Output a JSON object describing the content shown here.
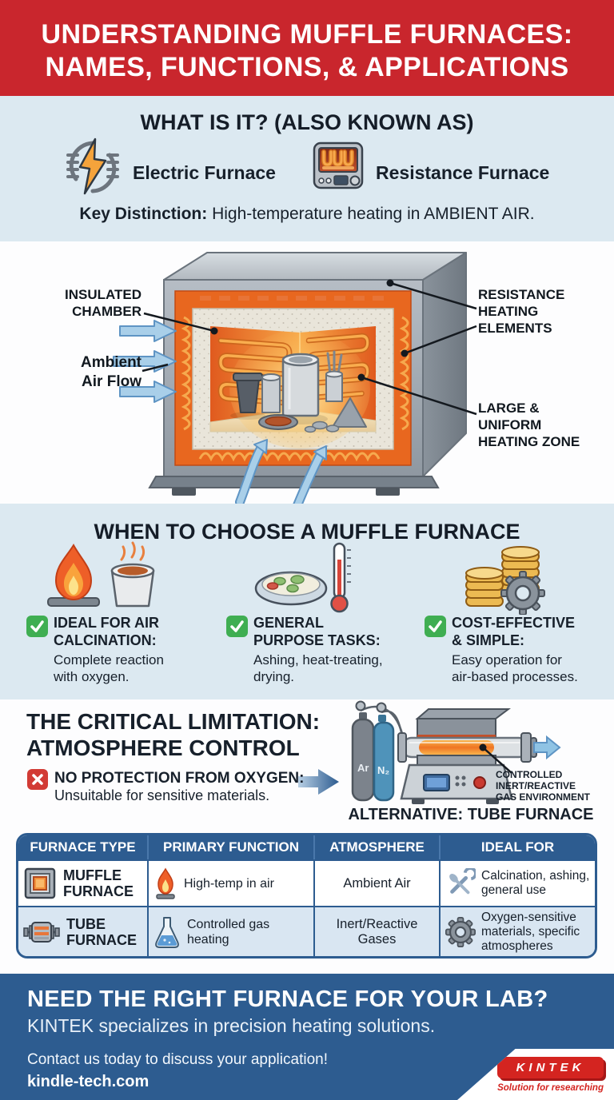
{
  "header": {
    "line1": "UNDERSTANDING MUFFLE FURNACES:",
    "line2": "NAMES, FUNCTIONS, & APPLICATIONS"
  },
  "what_is_it": {
    "title": "WHAT IS IT? (ALSO KNOWN AS)",
    "aliases": [
      {
        "icon": "electric-furnace-icon",
        "label": "Electric Furnace"
      },
      {
        "icon": "resistance-furnace-icon",
        "label": "Resistance Furnace"
      }
    ],
    "key_distinction_label": "Key Distinction:",
    "key_distinction_text": " High-temperature heating in AMBIENT AIR."
  },
  "diagram": {
    "label_insulated_chamber": "INSULATED\nCHAMBER",
    "label_ambient_air": "Ambient\nAir Flow",
    "label_heating_elements": "RESISTANCE\nHEATING\nELEMENTS",
    "label_heating_zone": "LARGE &\nUNIFORM\nHEATING ZONE"
  },
  "when_to_choose": {
    "title": "WHEN TO CHOOSE A MUFFLE FURNACE",
    "items": [
      {
        "icon": "flame-crucible-icon",
        "title": "IDEAL FOR AIR\nCALCINATION:",
        "desc": "Complete reaction\nwith oxygen."
      },
      {
        "icon": "petri-dish-thermometer-icon",
        "title": "GENERAL\nPURPOSE TASKS:",
        "desc": "Ashing, heat-treating,\ndrying."
      },
      {
        "icon": "coins-gear-icon",
        "title": "COST-EFFECTIVE\n& SIMPLE:",
        "desc": "Easy operation for\nair-based processes."
      }
    ]
  },
  "limitation": {
    "title": "THE CRITICAL LIMITATION:\nATMOSPHERE CONTROL",
    "warning_title": "NO PROTECTION FROM OXYGEN:",
    "warning_desc": "Unsuitable for sensitive materials.",
    "cylinder_1": "Ar",
    "cylinder_2": "N₂",
    "gas_label": "CONTROLLED\nINERT/REACTIVE\nGAS ENVIRONMENT",
    "alternative": "ALTERNATIVE: TUBE FURNACE"
  },
  "table": {
    "headers": [
      "FURNACE TYPE",
      "PRIMARY FUNCTION",
      "ATMOSPHERE",
      "IDEAL FOR"
    ],
    "rows": [
      {
        "type": "MUFFLE\nFURNACE",
        "type_icon": "muffle-furnace-icon",
        "function": "High-temp in air",
        "function_icon": "flame-icon",
        "atmosphere": "Ambient Air",
        "ideal": "Calcination, ashing,\ngeneral use",
        "ideal_icon": "tools-icon"
      },
      {
        "type": "TUBE\nFURNACE",
        "type_icon": "tube-furnace-icon",
        "function": "Controlled gas\nheating",
        "function_icon": "flask-icon",
        "atmosphere": "Inert/Reactive\nGases",
        "ideal": "Oxygen-sensitive\nmaterials, specific\natmospheres",
        "ideal_icon": "gear-icon"
      }
    ]
  },
  "footer": {
    "headline": "NEED THE RIGHT FURNACE FOR YOUR LAB?",
    "subheadline": "KINTEK specializes in precision heating solutions.",
    "cta": "Contact us today to discuss your application!",
    "website": "kindle-tech.com",
    "logo_text": "KINTEK",
    "logo_tagline": "Solution for researching"
  },
  "icons": {
    "electric-furnace-icon": "lightning-bolt-in-coil-circle",
    "resistance-furnace-icon": "box-furnace-with-glowing-coil",
    "flame-crucible-icon": "flame-and-steaming-crucible",
    "petri-dish-thermometer-icon": "petri-dish-and-thermometer",
    "coins-gear-icon": "coin-stacks-and-gear",
    "check-icon": "green-checkbox",
    "x-icon": "red-x-box",
    "muffle-furnace-icon": "square-furnace-window",
    "flame-icon": "flame-on-base",
    "tools-icon": "crossed-wrench-tools",
    "flask-icon": "erlenmeyer-flask",
    "gear-icon": "gear",
    "tube-furnace-icon": "horizontal-tube-furnace"
  },
  "colors": {
    "header_red": "#c9262d",
    "section_blue": "#dce9f1",
    "navy": "#2d5c90",
    "table_row_alt": "#d9e6f2",
    "check_green": "#3fae52",
    "warn_red": "#d23b35",
    "accent_orange": "#f59f43",
    "logo_red": "#d42420"
  }
}
